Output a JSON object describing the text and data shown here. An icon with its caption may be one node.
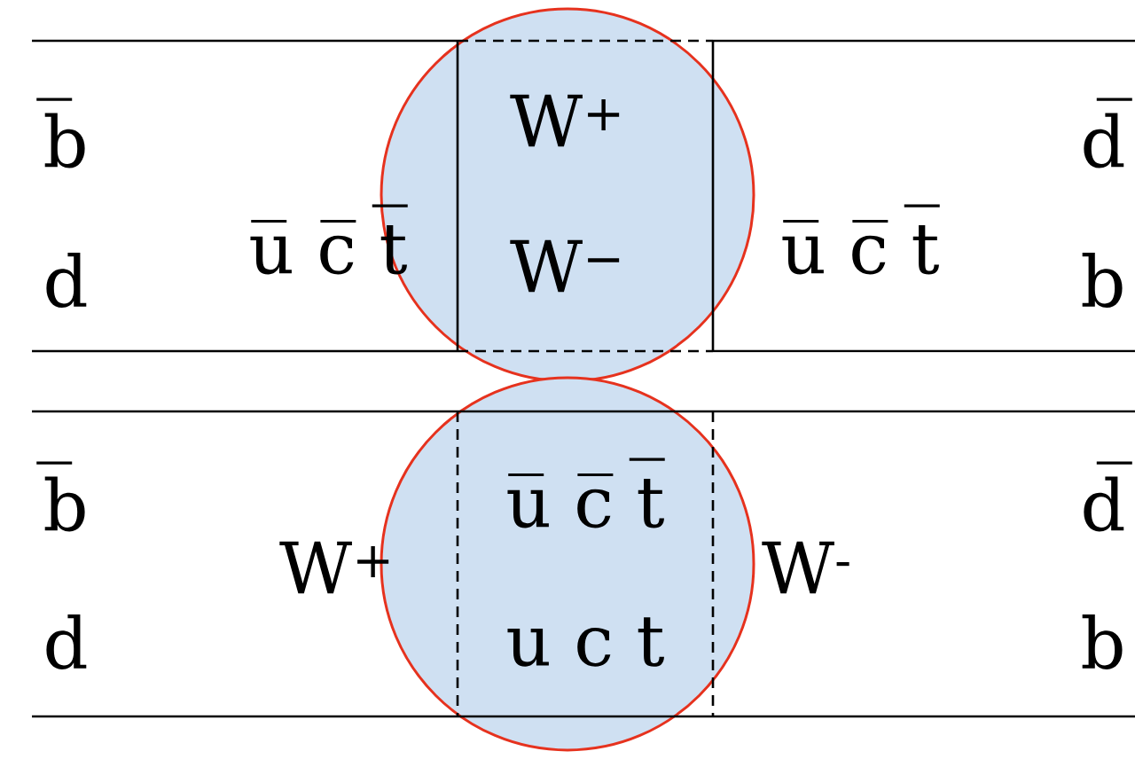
{
  "diagram": {
    "nodes": [
      {
        "text": [
          "W$^{+}$",
          "W$^{−}$"
        ]
      },
      {
        "text": [
          "u̅ c̅ t̅",
          "u c t"
        ]
      }
    ],
    "labels": [
      "b̅",
      "u̅ c̅ t̅",
      "u̅ c̅ t̅",
      "d̅",
      "d",
      "b",
      "b̅",
      "W$^{+}$",
      "W$^{-}$",
      "d̅",
      "d",
      "b"
    ]
  }
}
